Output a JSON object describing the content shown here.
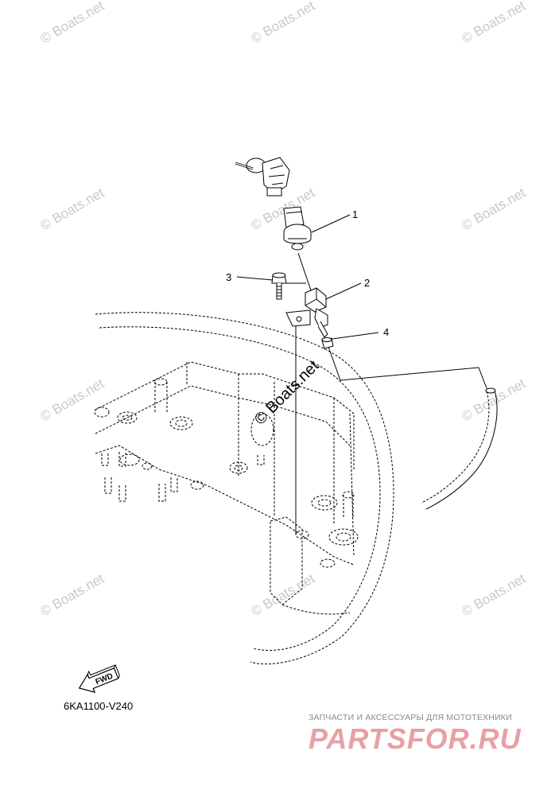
{
  "watermark": "© Boats.net",
  "callouts": [
    "1",
    "2",
    "3",
    "4"
  ],
  "fwd_label": "FWD",
  "diagram_code": "6KA1100-V240",
  "ad": {
    "tagline": "ЗАПЧАСТИ И АКСЕССУАРЫ ДЛЯ МОТОТЕХНИКИ",
    "logo": "PARTSFOR.RU"
  }
}
